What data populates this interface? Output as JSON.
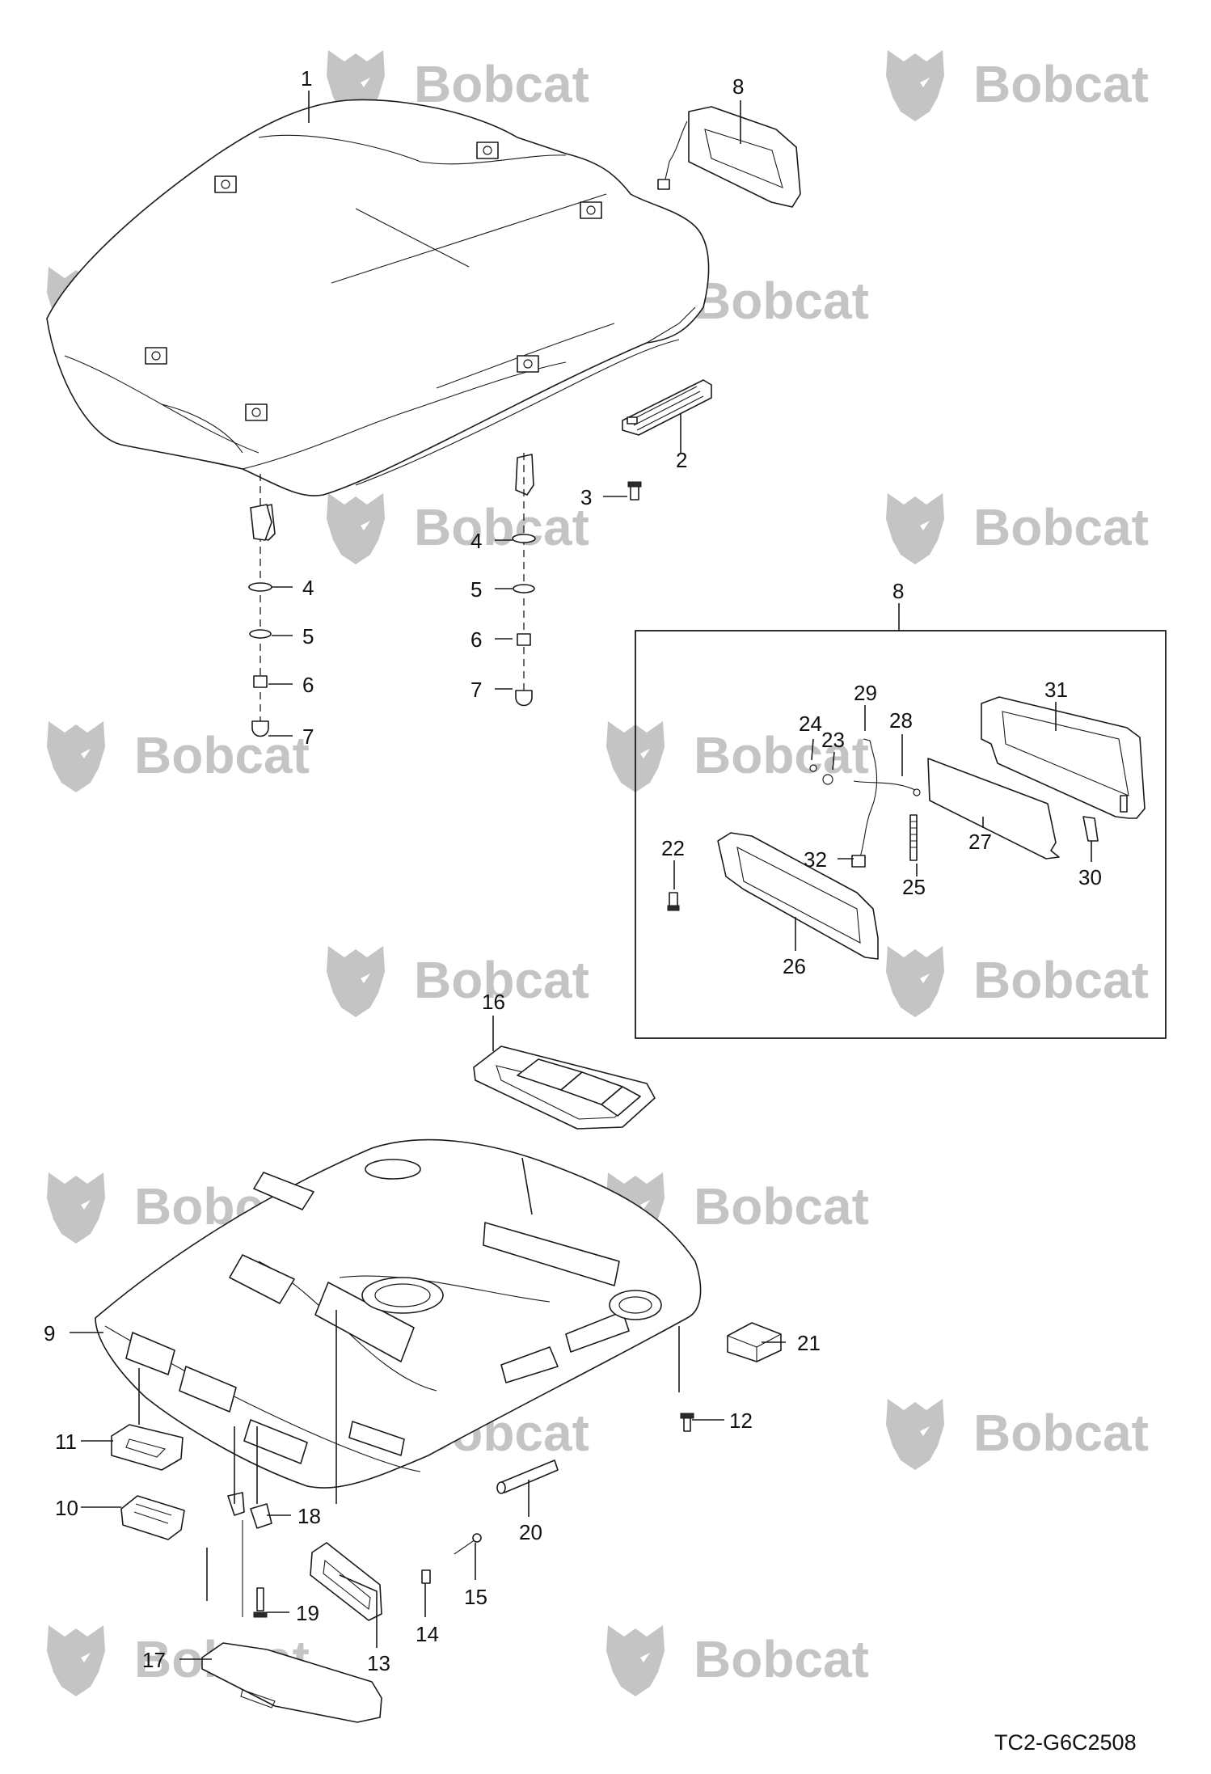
{
  "watermark": {
    "brand": "Bobcat",
    "color": "#c4c4c4",
    "icon": "bobcat-head-icon"
  },
  "drawing_ref": "TC2-G6C2508",
  "callouts": [
    {
      "id": "c1",
      "label": "1"
    },
    {
      "id": "c2",
      "label": "2"
    },
    {
      "id": "c3",
      "label": "3"
    },
    {
      "id": "c4a",
      "label": "4"
    },
    {
      "id": "c4b",
      "label": "4"
    },
    {
      "id": "c5a",
      "label": "5"
    },
    {
      "id": "c5b",
      "label": "5"
    },
    {
      "id": "c6a",
      "label": "6"
    },
    {
      "id": "c6b",
      "label": "6"
    },
    {
      "id": "c7a",
      "label": "7"
    },
    {
      "id": "c7b",
      "label": "7"
    },
    {
      "id": "c8a",
      "label": "8"
    },
    {
      "id": "c8b",
      "label": "8"
    },
    {
      "id": "c9",
      "label": "9"
    },
    {
      "id": "c10",
      "label": "10"
    },
    {
      "id": "c11",
      "label": "11"
    },
    {
      "id": "c12",
      "label": "12"
    },
    {
      "id": "c13",
      "label": "13"
    },
    {
      "id": "c14",
      "label": "14"
    },
    {
      "id": "c15",
      "label": "15"
    },
    {
      "id": "c16",
      "label": "16"
    },
    {
      "id": "c17",
      "label": "17"
    },
    {
      "id": "c18",
      "label": "18"
    },
    {
      "id": "c19",
      "label": "19"
    },
    {
      "id": "c20",
      "label": "20"
    },
    {
      "id": "c21",
      "label": "21"
    },
    {
      "id": "c22",
      "label": "22"
    },
    {
      "id": "c23",
      "label": "23"
    },
    {
      "id": "c24",
      "label": "24"
    },
    {
      "id": "c25",
      "label": "25"
    },
    {
      "id": "c26",
      "label": "26"
    },
    {
      "id": "c27",
      "label": "27"
    },
    {
      "id": "c28",
      "label": "28"
    },
    {
      "id": "c29",
      "label": "29"
    },
    {
      "id": "c30",
      "label": "30"
    },
    {
      "id": "c31",
      "label": "31"
    },
    {
      "id": "c32",
      "label": "32"
    }
  ]
}
